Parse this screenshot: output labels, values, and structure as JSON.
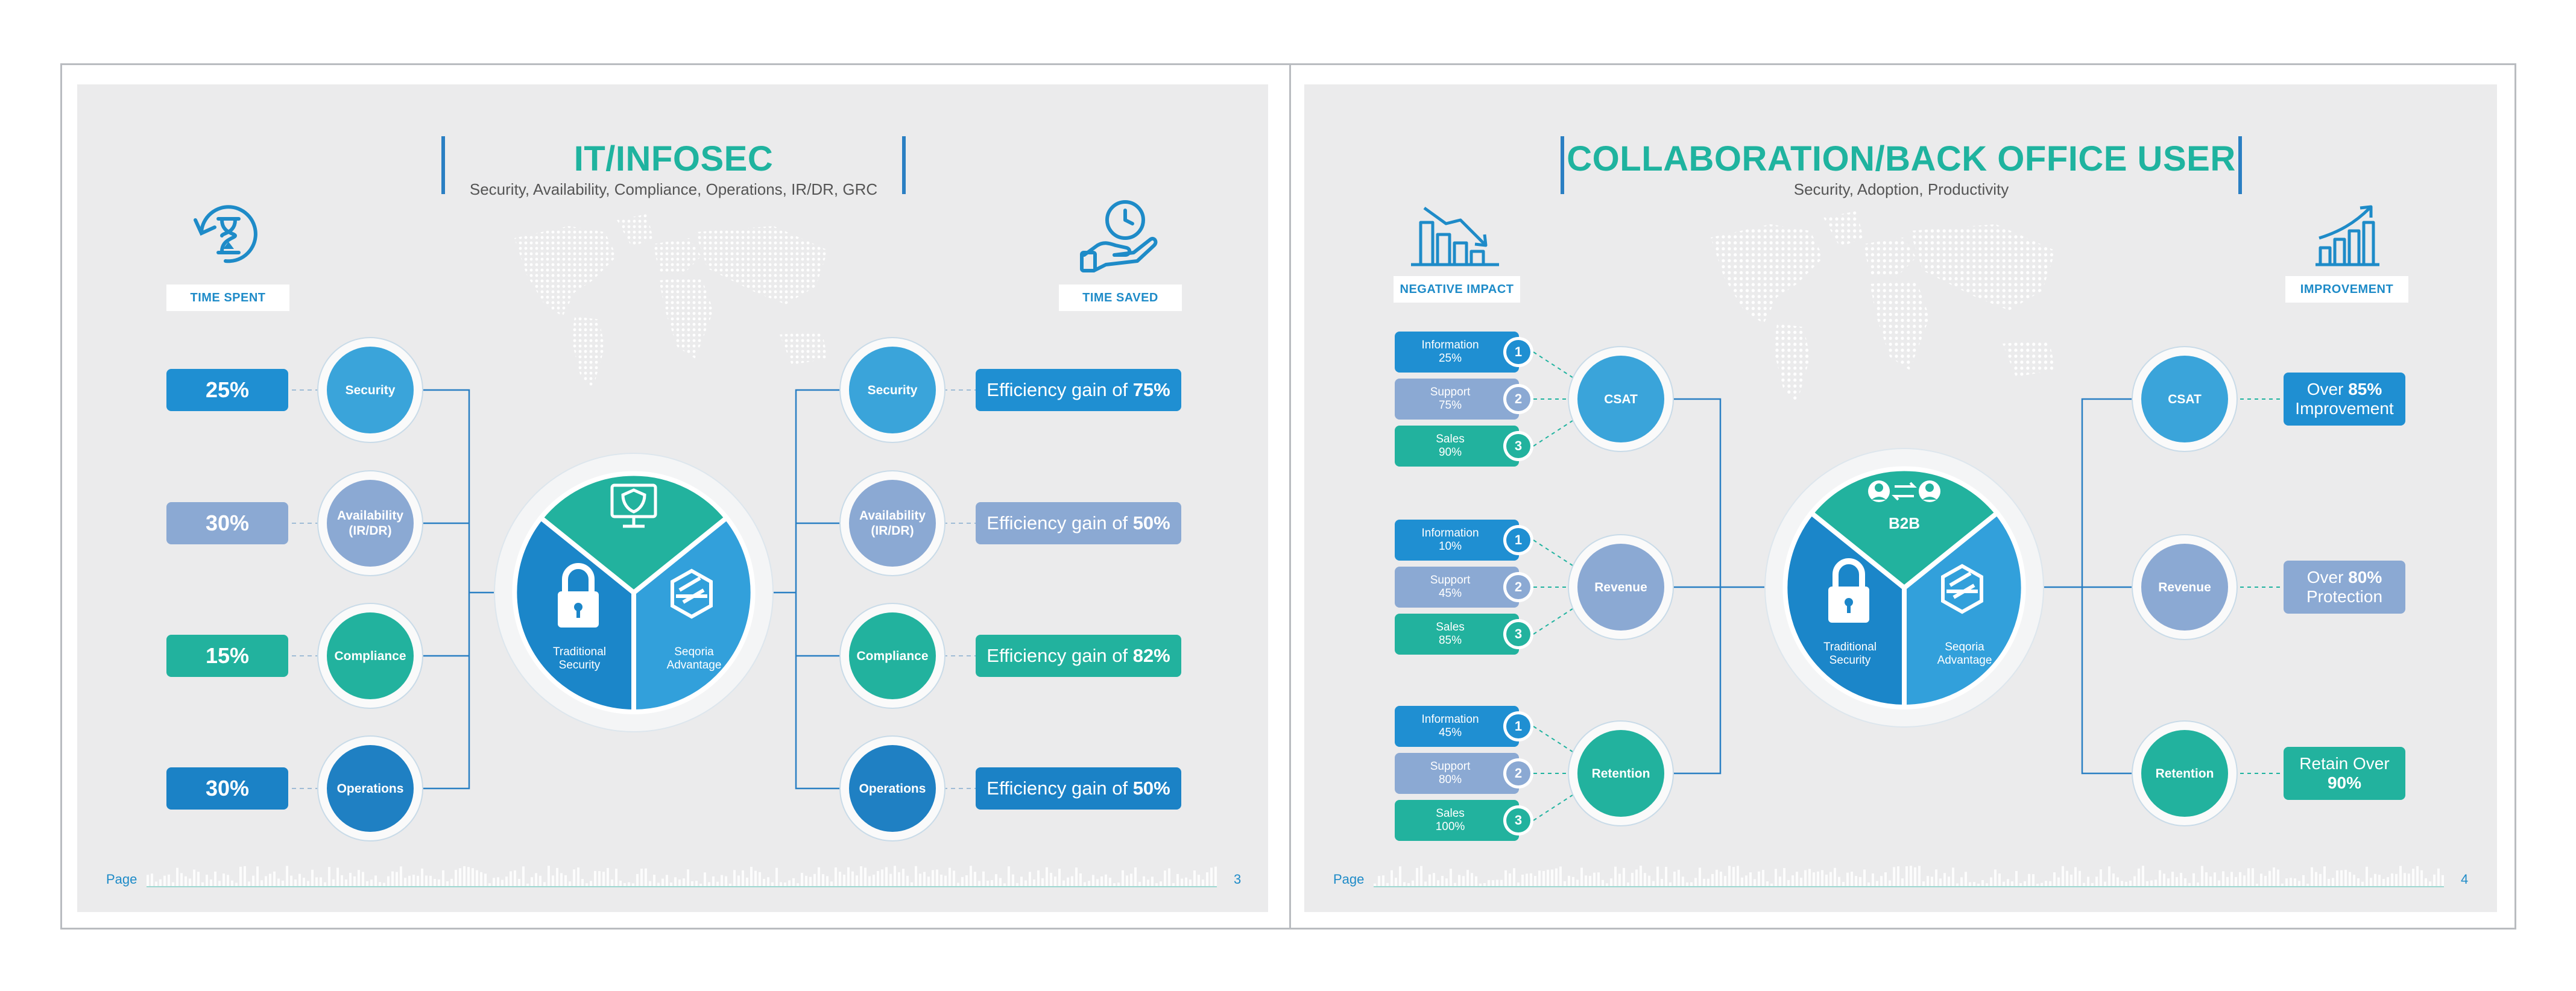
{
  "colors": {
    "blue": "#2a8fd0",
    "light_blue": "#3aa4da",
    "gray_blue": "#8ba9d3",
    "teal": "#1fb39f",
    "dark_blue": "#1f7fc0",
    "panel": "#ebebec"
  },
  "left_page": {
    "title": "IT/INFOSEC",
    "subtitle": "Security, Availability, Compliance, Operations, IR/DR, GRC",
    "left_tag": "TIME SPENT",
    "left_icon": "hourglass-cycle-icon",
    "right_tag": "TIME SAVED",
    "right_icon": "clock-hand-icon",
    "rows": [
      {
        "percent": "25%",
        "node": "Security",
        "efficiency_prefix": "Efficiency gain of",
        "efficiency_value": "75%"
      },
      {
        "percent": "30%",
        "node": "Availability (IR/DR)",
        "efficiency_prefix": "Efficiency gain of",
        "efficiency_value": "50%"
      },
      {
        "percent": "15%",
        "node": "Compliance",
        "efficiency_prefix": "Efficiency gain of",
        "efficiency_value": "82%"
      },
      {
        "percent": "30%",
        "node": "Operations",
        "efficiency_prefix": "Efficiency gain of",
        "efficiency_value": "50%"
      }
    ],
    "hub": {
      "left_label": "Traditional Security",
      "right_label": "Seqoria Advantage",
      "top_icon": "monitor-lock-icon"
    },
    "footer_label": "Page",
    "page_number": "3"
  },
  "right_page": {
    "title": "COLLABORATION/BACK OFFICE USER",
    "subtitle": "Security, Adoption, Productivity",
    "left_tag": "NEGATIVE IMPACT",
    "left_icon": "bar-chart-down-icon",
    "right_tag": "IMPROVEMENT",
    "right_icon": "bar-chart-up-icon",
    "groups": [
      {
        "node": "CSAT",
        "items": [
          {
            "label": "Information",
            "value": "25%",
            "num": "1"
          },
          {
            "label": "Support",
            "value": "75%",
            "num": "2"
          },
          {
            "label": "Sales",
            "value": "90%",
            "num": "3"
          }
        ],
        "result_prefix": "Over",
        "result_value": "85%",
        "result_suffix": "Improvement"
      },
      {
        "node": "Revenue",
        "items": [
          {
            "label": "Information",
            "value": "10%",
            "num": "1"
          },
          {
            "label": "Support",
            "value": "45%",
            "num": "2"
          },
          {
            "label": "Sales",
            "value": "85%",
            "num": "3"
          }
        ],
        "result_prefix": "Over",
        "result_value": "80%",
        "result_suffix": "Protection"
      },
      {
        "node": "Retention",
        "items": [
          {
            "label": "Information",
            "value": "45%",
            "num": "1"
          },
          {
            "label": "Support",
            "value": "80%",
            "num": "2"
          },
          {
            "label": "Sales",
            "value": "100%",
            "num": "3"
          }
        ],
        "result_prefix": "Retain Over",
        "result_value": "90%",
        "result_suffix": ""
      }
    ],
    "hub": {
      "top_label": "B2B",
      "left_label": "Traditional Security",
      "right_label": "Seqoria Advantage",
      "top_icon": "users-exchange-icon"
    },
    "footer_label": "Page",
    "page_number": "4"
  }
}
